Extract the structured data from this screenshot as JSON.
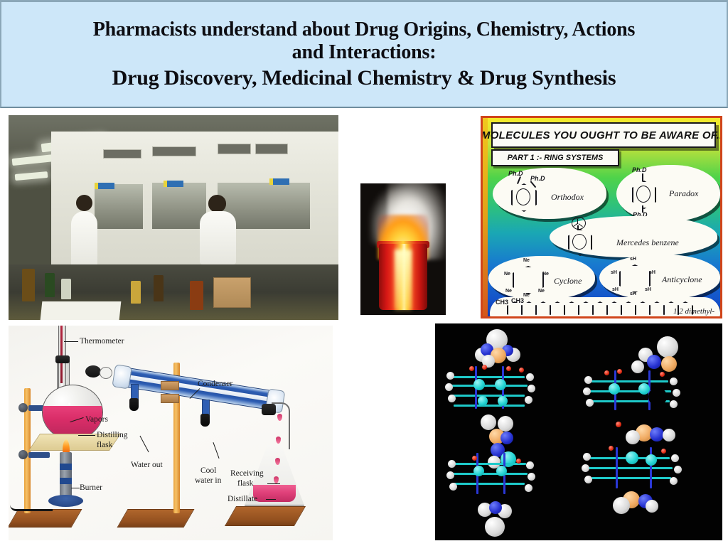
{
  "slide": {
    "title_line_1": "Pharmacists understand about Drug Origins, Chemistry, Actions",
    "title_line_2": "and Interactions:",
    "title_line_3": "Drug Discovery, Medicinal Chemistry & Drug Synthesis",
    "header_bg": "#cde7f9",
    "header_border": "#8ba7b8",
    "title_color": "#0d0d12"
  },
  "lab_photo": {
    "caption": "chemistry-laboratory-fume-hoods-photo"
  },
  "reaction_photo": {
    "caption": "burning-beaker-exothermic-reaction-photo"
  },
  "molecule_cartoon": {
    "title": "MOLECULES YOU OUGHT TO BE AWARE OF...",
    "subtitle": "PART 1 :- RING SYSTEMS",
    "entries": [
      {
        "label": "Orthodox",
        "substituents": [
          "Ph.D",
          "Ph.D"
        ]
      },
      {
        "label": "Paradox",
        "substituents": [
          "Ph.D",
          "Ph.D"
        ]
      },
      {
        "label": "Mercedes benzene",
        "substituents": []
      },
      {
        "label": "Cyclone",
        "substituents": [
          "Ne",
          "Ne",
          "Ne",
          "Ne",
          "Ne",
          "Ne"
        ]
      },
      {
        "label": "Anticyclone",
        "substituents": [
          "sH",
          "sH",
          "sH",
          "sH",
          "sH",
          "sH"
        ]
      },
      {
        "label": "1,2 dimethyl-",
        "substituents": [
          "CH3",
          "CH3"
        ]
      }
    ]
  },
  "distillation": {
    "labels": {
      "thermometer": "Thermometer",
      "condenser": "Condenser",
      "vapors": "Vapors",
      "distilling_flask": "Distilling\nflask",
      "distilling_flask_l1": "Distilling",
      "distilling_flask_l2": "flask",
      "water_out": "Water out",
      "cool_water_in_l1": "Cool",
      "cool_water_in_l2": "water in",
      "receiving_flask_l1": "Receiving",
      "receiving_flask_l2": "flask",
      "distillate": "Distillate",
      "burner": "Burner"
    },
    "colors": {
      "liquid": "#d92d68",
      "condenser": "#2f5fb4",
      "stand_rod": "#f0b04e",
      "base": "#93501f"
    }
  },
  "molecular_model": {
    "caption": "space-filling-molecular-models-two-views",
    "atom_colors": {
      "hydrogen": "#ffffff",
      "carbon": "#22d3d3",
      "nitrogen": "#2430cf",
      "oxygen": "#e02a12",
      "sulfur": "#f0ab63"
    }
  }
}
